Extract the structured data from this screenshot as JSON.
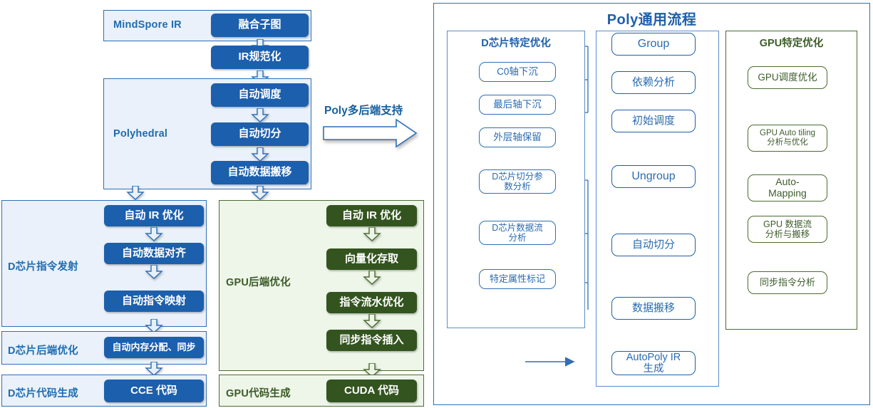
{
  "left": {
    "mindspore": {
      "panel_label": "MindSpore IR",
      "box": "融合子图"
    },
    "ir_normalize": "IR规范化",
    "polyhedral": {
      "panel_label": "Polyhedral",
      "boxes": [
        "自动调度",
        "自动切分",
        "自动数据搬移"
      ]
    },
    "dchip_issue": {
      "panel_label": "D芯片指令发射",
      "boxes": [
        "自动 IR 优化",
        "自动数据对齐",
        "自动指令映射"
      ]
    },
    "dchip_backend": {
      "panel_label": "D芯片后端优化",
      "box": "自动内存分配、同步"
    },
    "dchip_codegen": {
      "panel_label": "D芯片代码生成",
      "box": "CCE 代码"
    },
    "gpu_backend": {
      "panel_label": "GPU后端优化",
      "boxes": [
        "自动 IR 优化",
        "向量化存取",
        "指令流水优化",
        "同步指令插入"
      ]
    },
    "gpu_codegen": {
      "panel_label": "GPU代码生成",
      "box": "CUDA 代码"
    }
  },
  "bridge": {
    "label": "Poly多后端支持"
  },
  "right": {
    "title": "Poly通用流程",
    "dchip": {
      "title": "D芯片特定优化",
      "boxes": [
        "C0轴下沉",
        "最后轴下沉",
        "外层轴保留",
        "D芯片切分参\n数分析",
        "D芯片数据流\n分析",
        "特定属性标记"
      ]
    },
    "center": {
      "boxes": [
        "Group",
        "依赖分析",
        "初始调度",
        "Ungroup",
        "自动切分",
        "数据搬移",
        "AutoPoly IR\n生成"
      ]
    },
    "gpu": {
      "title": "GPU特定优化",
      "boxes": [
        "GPU调度优化",
        "GPU Auto tiling\n分析与优化",
        "Auto-\nMapping",
        "GPU 数据流\n分析与搬移",
        "同步指令分析"
      ]
    }
  },
  "colors": {
    "blue_fill": "#1c5fad",
    "green_fill": "#33541f",
    "blue_panel_bg": "#eaf1fa",
    "green_panel_bg": "#eef5e9",
    "blue_border": "#2f6fb5",
    "green_border": "#4c6b33",
    "blue_text": "#1f6cb0",
    "green_text": "#3c5c28"
  }
}
